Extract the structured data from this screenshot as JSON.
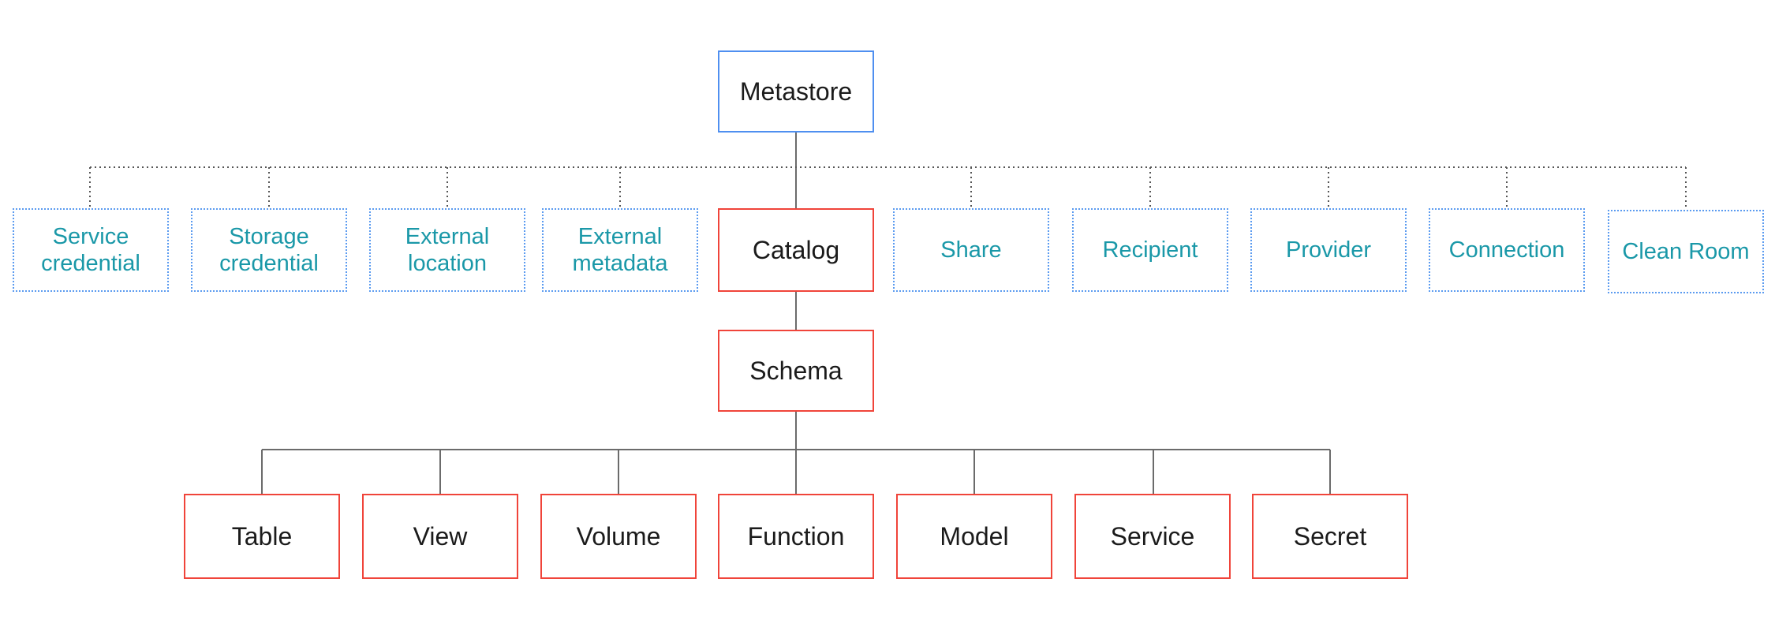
{
  "root": {
    "id": "metastore",
    "label": "Metastore"
  },
  "metastore_children": [
    {
      "id": "service-credential",
      "label": "Service\ncredential",
      "kind": "securable"
    },
    {
      "id": "storage-credential",
      "label": "Storage\ncredential",
      "kind": "securable"
    },
    {
      "id": "external-location",
      "label": "External\nlocation",
      "kind": "securable"
    },
    {
      "id": "external-metadata",
      "label": "External\nmetadata",
      "kind": "securable"
    },
    {
      "id": "catalog",
      "label": "Catalog",
      "kind": "core"
    },
    {
      "id": "share",
      "label": "Share",
      "kind": "securable"
    },
    {
      "id": "recipient",
      "label": "Recipient",
      "kind": "securable"
    },
    {
      "id": "provider",
      "label": "Provider",
      "kind": "securable"
    },
    {
      "id": "connection",
      "label": "Connection",
      "kind": "securable"
    },
    {
      "id": "clean-room",
      "label": "Clean Room",
      "kind": "securable"
    }
  ],
  "schema": {
    "id": "schema",
    "label": "Schema"
  },
  "schema_children": [
    {
      "id": "table",
      "label": "Table"
    },
    {
      "id": "view",
      "label": "View"
    },
    {
      "id": "volume",
      "label": "Volume"
    },
    {
      "id": "function",
      "label": "Function"
    },
    {
      "id": "model",
      "label": "Model"
    },
    {
      "id": "service",
      "label": "Service"
    },
    {
      "id": "secret",
      "label": "Secret"
    }
  ],
  "colors": {
    "core_border": "#f0443a",
    "root_border": "#4f8ff0",
    "securable_border": "#5b9bf0",
    "securable_text": "#1a98a8",
    "solid_connector": "#6b6b6b",
    "dotted_connector": "#555555"
  }
}
